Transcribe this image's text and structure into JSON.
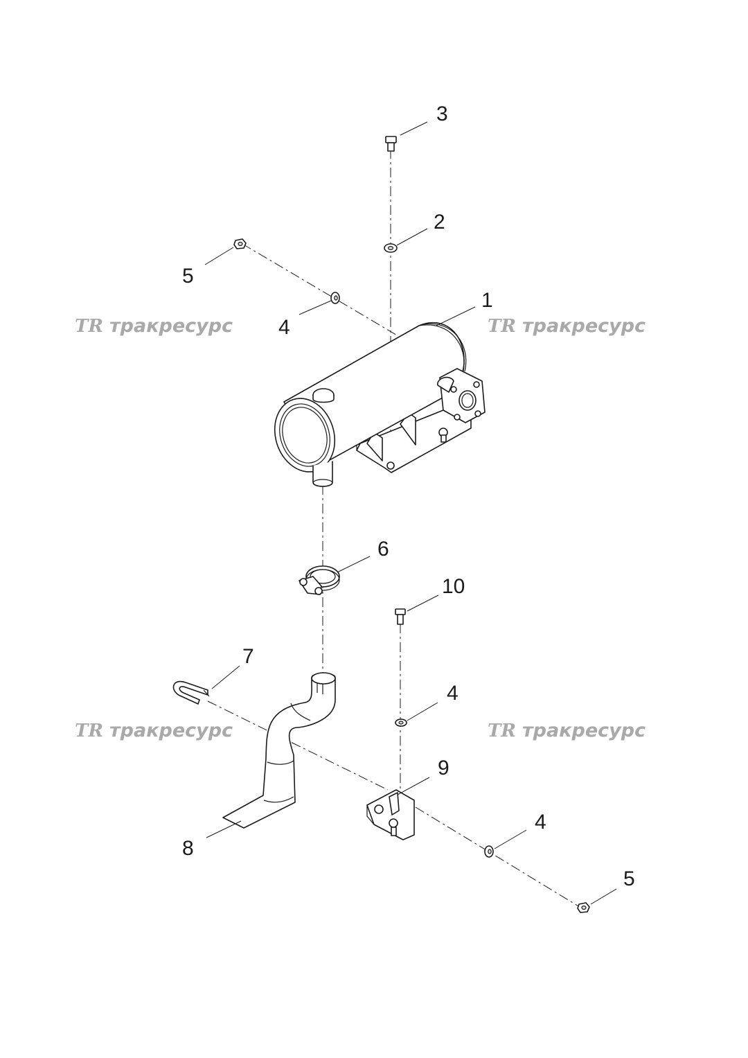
{
  "watermark": {
    "text": "тракресурс",
    "logo_glyph": "TR"
  },
  "callouts": [
    {
      "id": "c-3",
      "label": "3"
    },
    {
      "id": "c-2",
      "label": "2"
    },
    {
      "id": "c-5-top",
      "label": "5"
    },
    {
      "id": "c-4-top",
      "label": "4"
    },
    {
      "id": "c-1",
      "label": "1"
    },
    {
      "id": "c-6",
      "label": "6"
    },
    {
      "id": "c-10",
      "label": "10"
    },
    {
      "id": "c-7",
      "label": "7"
    },
    {
      "id": "c-4-mid",
      "label": "4"
    },
    {
      "id": "c-9",
      "label": "9"
    },
    {
      "id": "c-4-low",
      "label": "4"
    },
    {
      "id": "c-8",
      "label": "8"
    },
    {
      "id": "c-5-low",
      "label": "5"
    }
  ],
  "colors": {
    "line": "#1a1a1a",
    "watermark": "#a9a9a9",
    "background": "#ffffff"
  }
}
